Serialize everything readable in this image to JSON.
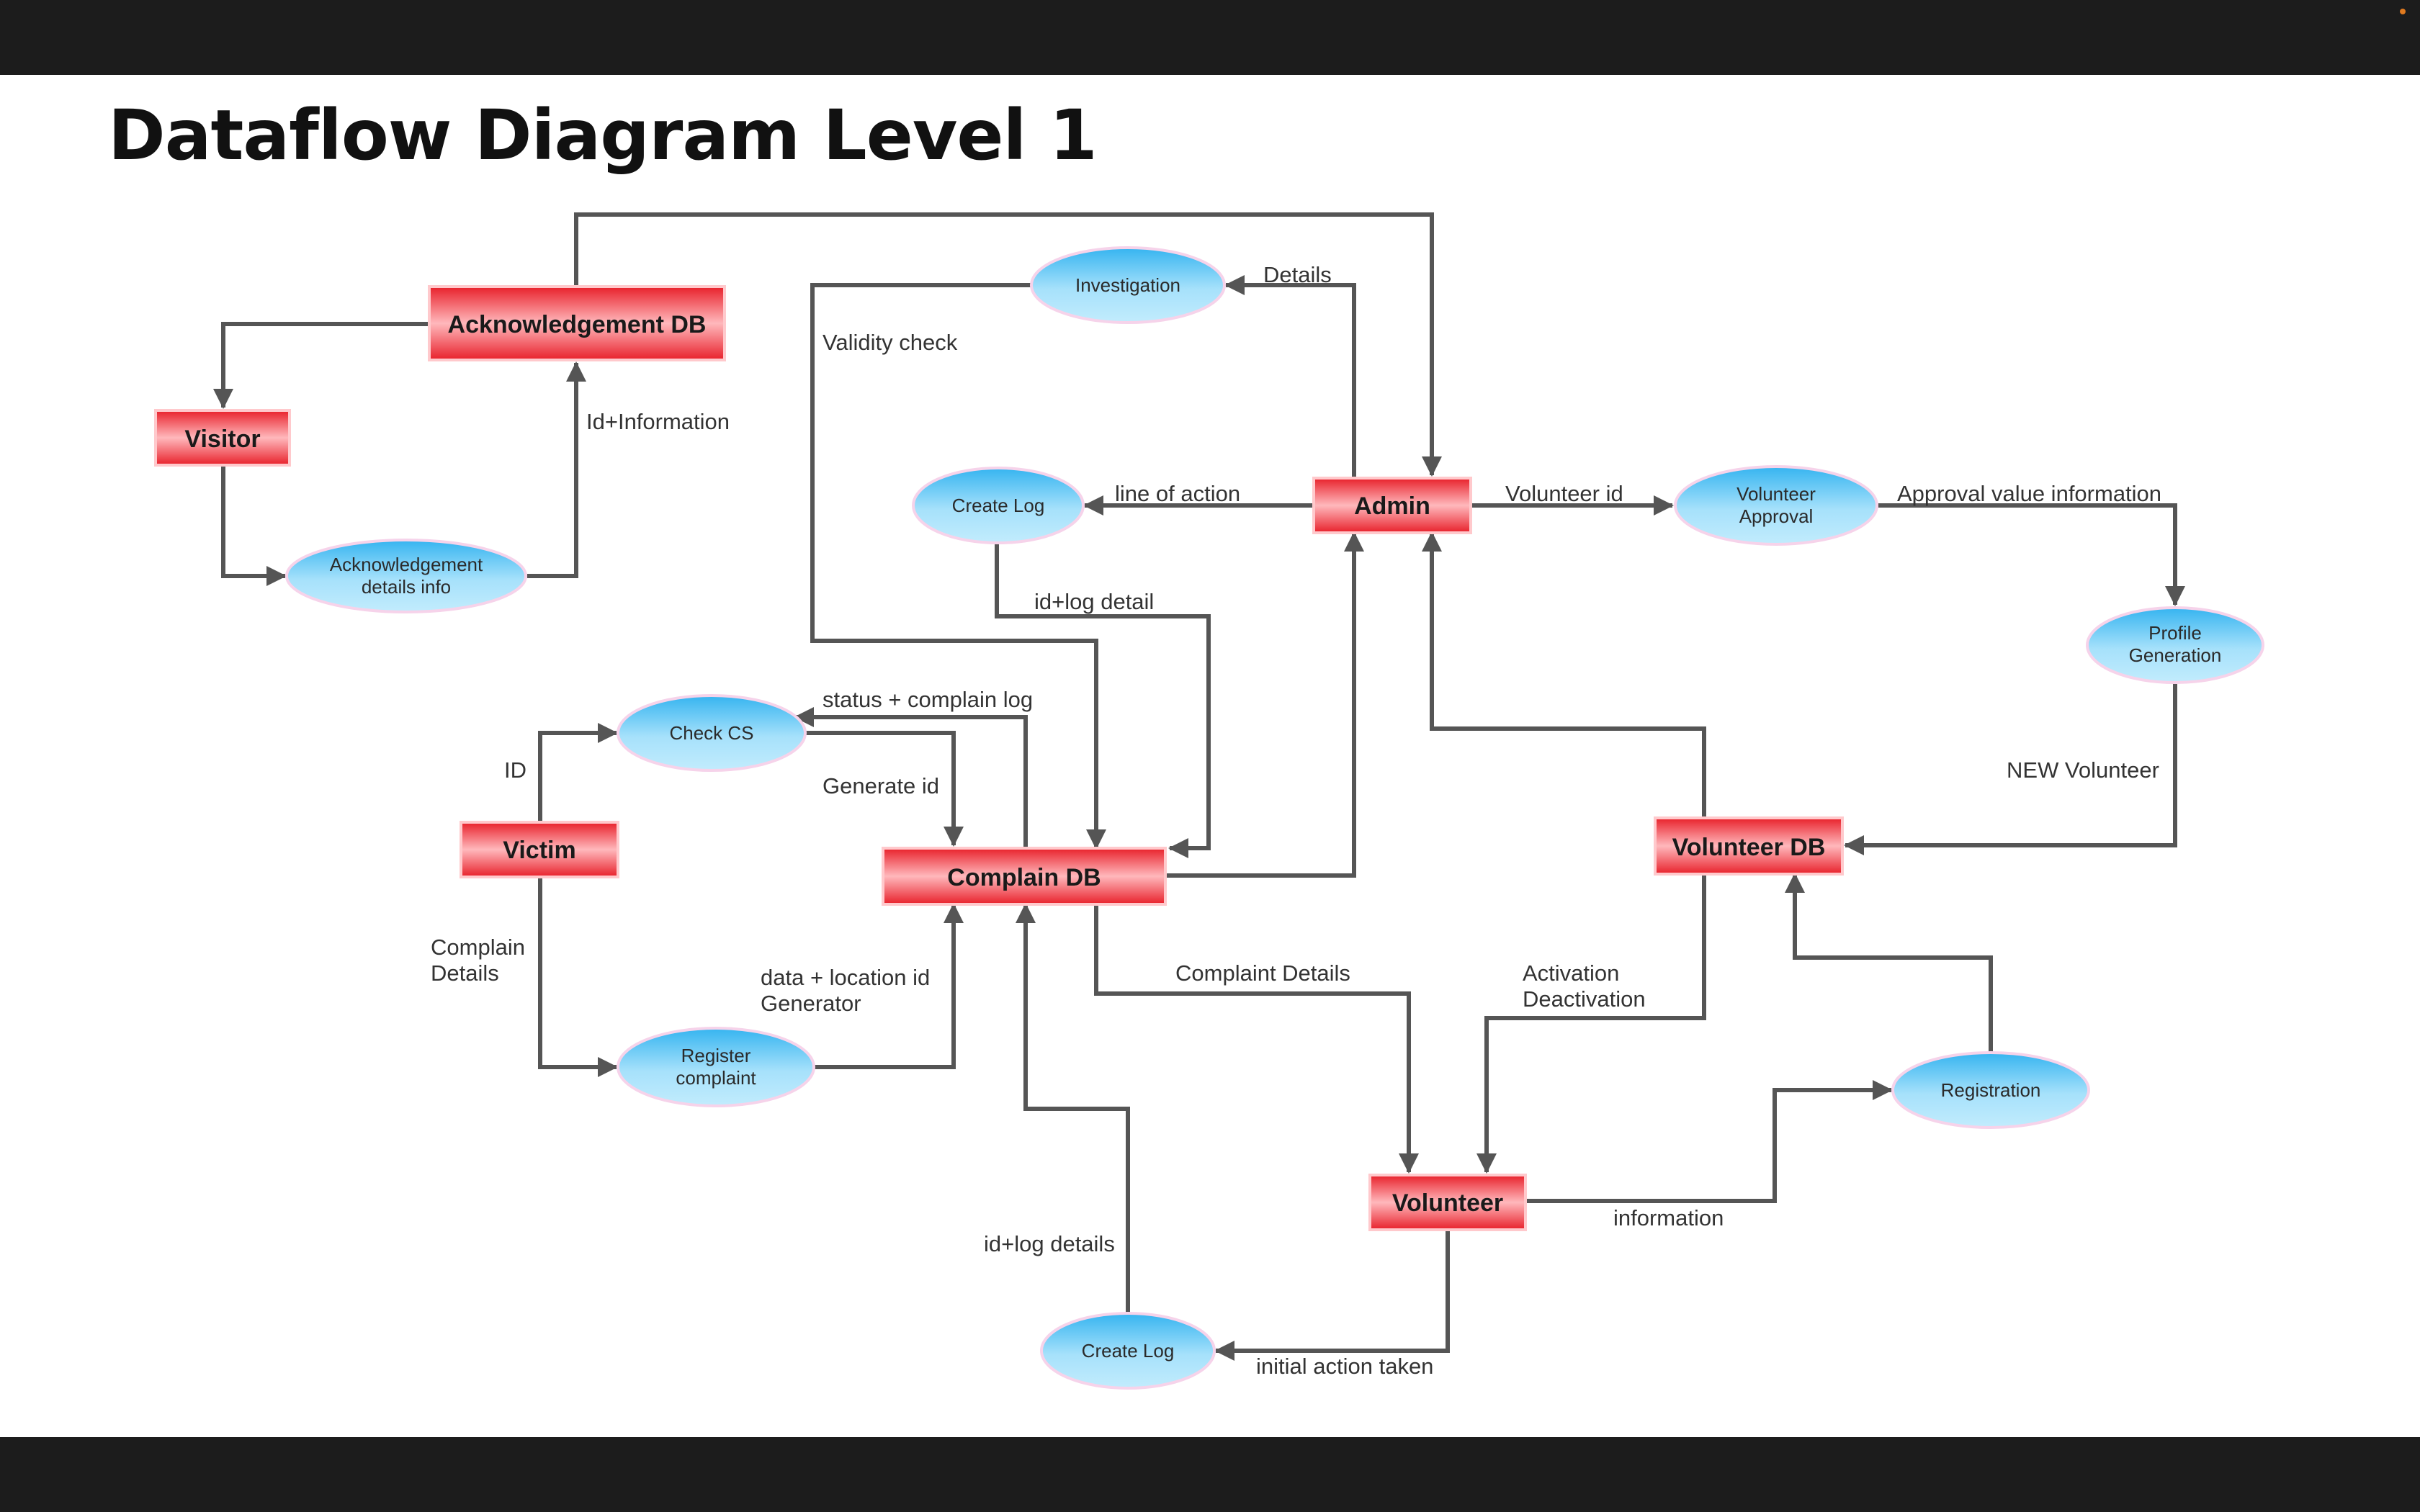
{
  "title": "Dataflow Diagram Level 1",
  "colors": {
    "entity_top": "#e8202a",
    "entity_mid": "#ffb8bc",
    "process_top": "#35b4f0",
    "process_bottom": "#c2ecfd",
    "arrow": "#555555",
    "chrome": "#1c1c1c"
  },
  "entities": {
    "acknowledgement_db": "Acknowledgement DB",
    "visitor": "Visitor",
    "admin": "Admin",
    "victim": "Victim",
    "complain_db": "Complain DB",
    "volunteer_db": "Volunteer DB",
    "volunteer": "Volunteer"
  },
  "processes": {
    "investigation": "Investigation",
    "create_log_top": "Create Log",
    "ack_details": [
      "Acknowledgement",
      "details info"
    ],
    "volunteer_approval": [
      "Volunteer",
      "Approval"
    ],
    "profile_generation": [
      "Profile",
      "Generation"
    ],
    "check_cs": "Check CS",
    "register_complaint": [
      "Register",
      "complaint"
    ],
    "registration": "Registration",
    "create_log_bottom": "Create Log"
  },
  "flows": {
    "details": "Details",
    "validity_check": "Validity check",
    "id_information": "Id+Information",
    "line_of_action": "line of action",
    "volunteer_id": "Volunteer id",
    "approval_value_information": "Approval value information",
    "id_log_detail": "id+log detail",
    "status_complain_log": "status + complain log",
    "id": "ID",
    "generate_id": "Generate id",
    "new_volunteer": "NEW Volunteer",
    "complain_details": [
      "Complain",
      "Details"
    ],
    "data_location_id": [
      "data + location id",
      "Generator"
    ],
    "complaint_details": "Complaint Details",
    "activation_deactivation": [
      "Activation",
      "Deactivation"
    ],
    "information": "information",
    "id_log_details": "id+log details",
    "initial_action_taken": "initial action taken"
  }
}
